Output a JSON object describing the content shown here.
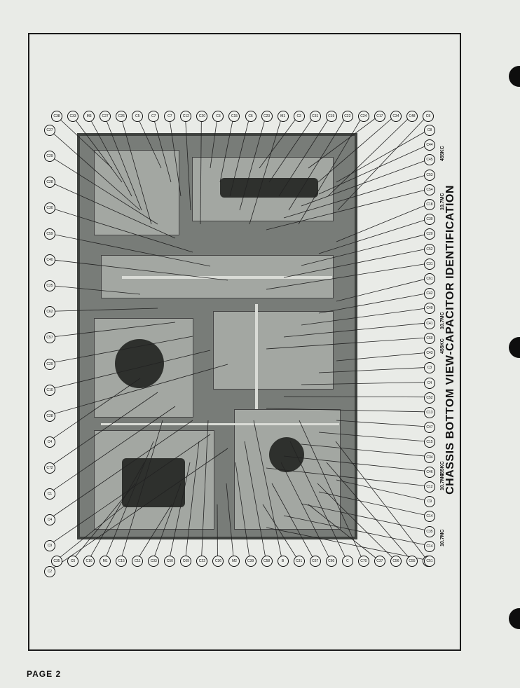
{
  "document": {
    "title": "CHASSIS BOTTOM VIEW-CAPACITOR IDENTIFICATION",
    "page_label": "PAGE 2"
  },
  "callouts_top": [
    "C38",
    "C33",
    "M3",
    "C27",
    "C26",
    "C5",
    "C7",
    "C7",
    "C12",
    "C20",
    "C3",
    "C15",
    "C6",
    "C23",
    "M1",
    "C2",
    "C31",
    "C19",
    "C22",
    "C24",
    "C17",
    "C34",
    "C48",
    "C8"
  ],
  "callouts_left": [
    "C27",
    "C29",
    "C28",
    "C30",
    "C59",
    "C40",
    "C25",
    "C62",
    "C57",
    "C29",
    "C10",
    "C28",
    "C4",
    "C72",
    "C1",
    "C4",
    "C9",
    "C2"
  ],
  "callouts_bottom": [
    "C35",
    "C5",
    "C16",
    "M1",
    "C15",
    "C11",
    "C33",
    "C50",
    "C69",
    "C22",
    "C36",
    "M2",
    "C39",
    "C58",
    "B",
    "C31",
    "C67",
    "C60",
    "C",
    "C70",
    "C37",
    "C56",
    "C55",
    "C8"
  ],
  "callouts_right": [
    "C8",
    "C44",
    "C45",
    "C53",
    "C54",
    "C18",
    "C30",
    "C20",
    "C52",
    "C31",
    "C61",
    "C42",
    "C49",
    "C41",
    "C60",
    "C43",
    "C3",
    "C4",
    "C52",
    "C13",
    "C47",
    "C15",
    "C34",
    "C46",
    "C12",
    "C9",
    "C14",
    "C35",
    "C14",
    "C51"
  ],
  "frequency_labels": [
    "455KC",
    "10.7MC",
    "10.7MC",
    "455KC",
    "455KC",
    "10.7MC",
    "10.7MC"
  ]
}
